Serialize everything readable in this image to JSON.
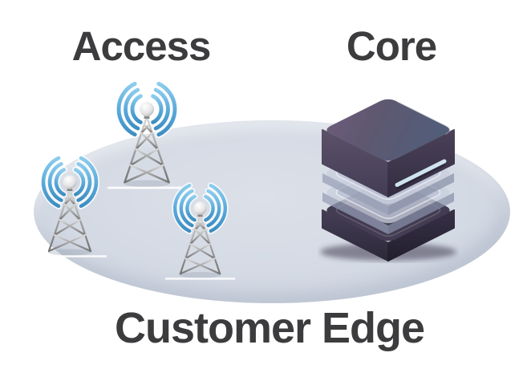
{
  "diagram": {
    "labels": {
      "access": "Access",
      "core": "Core",
      "customer_edge": "Customer Edge"
    },
    "zones": [
      {
        "name": "Access",
        "contains": "3 cell towers with radio wave signals"
      },
      {
        "name": "Core",
        "contains": "1 stacked core switch"
      },
      {
        "name": "Customer Edge",
        "contains": "ellipse grouping all devices"
      }
    ],
    "elements": {
      "cell_tower_count": 3,
      "core_switch_count": 1,
      "icons": [
        "cell-tower-icon",
        "cell-tower-icon",
        "cell-tower-icon",
        "core-switch-icon"
      ]
    },
    "colors": {
      "background": "#ffffff",
      "label_text": "#3c3c3e",
      "ellipse_fill": "#d4dae4",
      "wave_blue": "#58a8da",
      "tower_metal": "#a9a9a9",
      "switch_purple_top": "#6b5a76",
      "switch_purple_dark": "#332d41",
      "switch_slot": "#cfe3ed"
    }
  }
}
